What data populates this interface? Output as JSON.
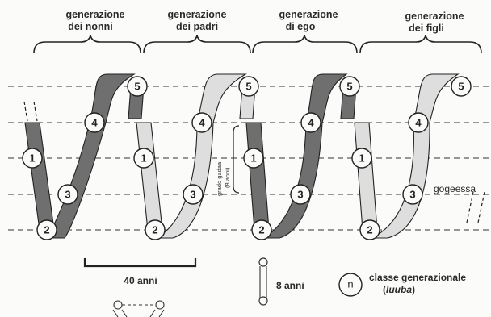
{
  "generations": [
    {
      "line1": "generazione",
      "line2": "dei nonni"
    },
    {
      "line1": "generazione",
      "line2": "dei padri"
    },
    {
      "line1": "generazione",
      "line2": "di ego"
    },
    {
      "line1": "generazione",
      "line2": "dei figli"
    }
  ],
  "grade_numbers": [
    "1",
    "2",
    "3",
    "4",
    "5"
  ],
  "grade_label": {
    "line1": "grado gadaa",
    "line2": "(8 anni)"
  },
  "gogeessa_label": "gogeessa",
  "legend": {
    "span_40": "40 anni",
    "span_8": "8 anni",
    "circle_symbol": "n",
    "class_label": "classe generazionale",
    "class_term": "luuba"
  },
  "colors": {
    "dark_band": "#6f6f6f",
    "light_band": "#dedede",
    "ink": "#222222"
  }
}
